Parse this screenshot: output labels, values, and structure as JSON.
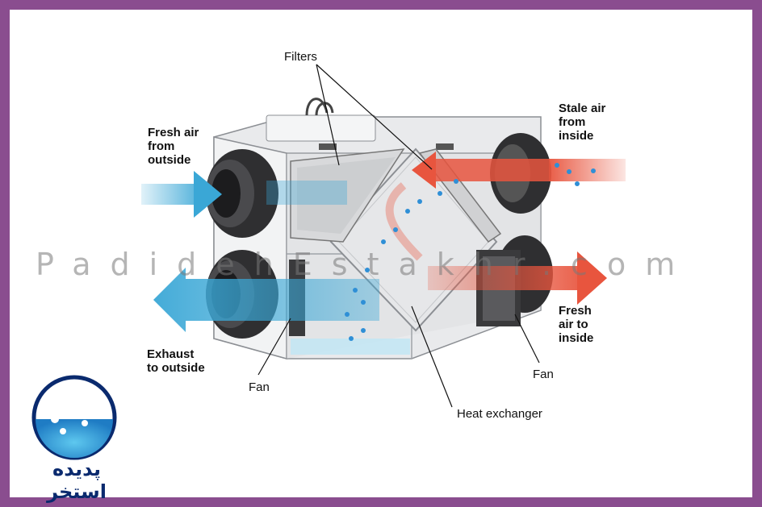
{
  "labels": {
    "filters": "Filters",
    "fresh_air_outside": "Fresh air\nfrom\noutside",
    "stale_air_inside": "Stale air\nfrom\ninside",
    "exhaust_outside": "Exhaust\nto outside",
    "fresh_air_inside": "Fresh\nair to\ninside",
    "fan_left": "Fan",
    "fan_right": "Fan",
    "heat_exchanger": "Heat exchanger"
  },
  "watermark": "PadidehEstakhr.com",
  "logo": {
    "text": "پدیده استخر",
    "icon": "water-drop-logo-icon"
  },
  "colors": {
    "frame": "#8a4d8f",
    "cold_air": "#3aa7d6",
    "warm_air": "#e8553e",
    "logo_blue": "#0a2a6e"
  }
}
